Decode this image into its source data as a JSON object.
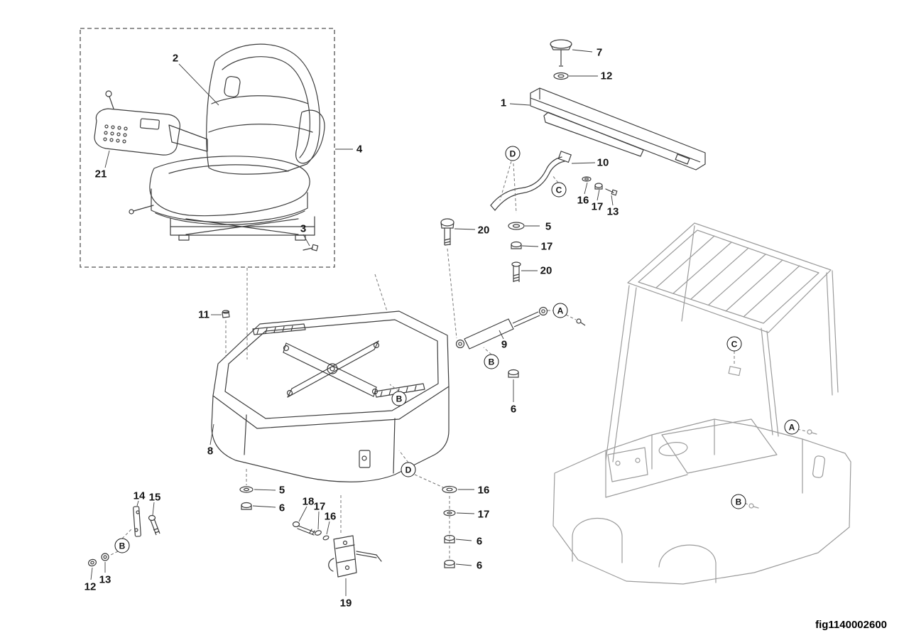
{
  "figure": {
    "id": "fig1140002600",
    "kind": "exploded-parts-diagram",
    "subject": "seat and seat cover mounting assembly"
  },
  "part_numbers": {
    "n1": "1",
    "n2": "2",
    "n3": "3",
    "n4": "4",
    "n5": "5",
    "n6": "6",
    "n7": "7",
    "n8": "8",
    "n9": "9",
    "n10": "10",
    "n11": "11",
    "n12": "12",
    "n13": "13",
    "n14": "14",
    "n15": "15",
    "n16": "16",
    "n17": "17",
    "n18": "18",
    "n19": "19",
    "n20": "20",
    "n21": "21"
  },
  "ref_letters": {
    "A": "A",
    "B": "B",
    "C": "C",
    "D": "D"
  },
  "colors": {
    "line": "#3d3d3d",
    "frame": "#9b9b9b",
    "dashed": "#777777"
  }
}
